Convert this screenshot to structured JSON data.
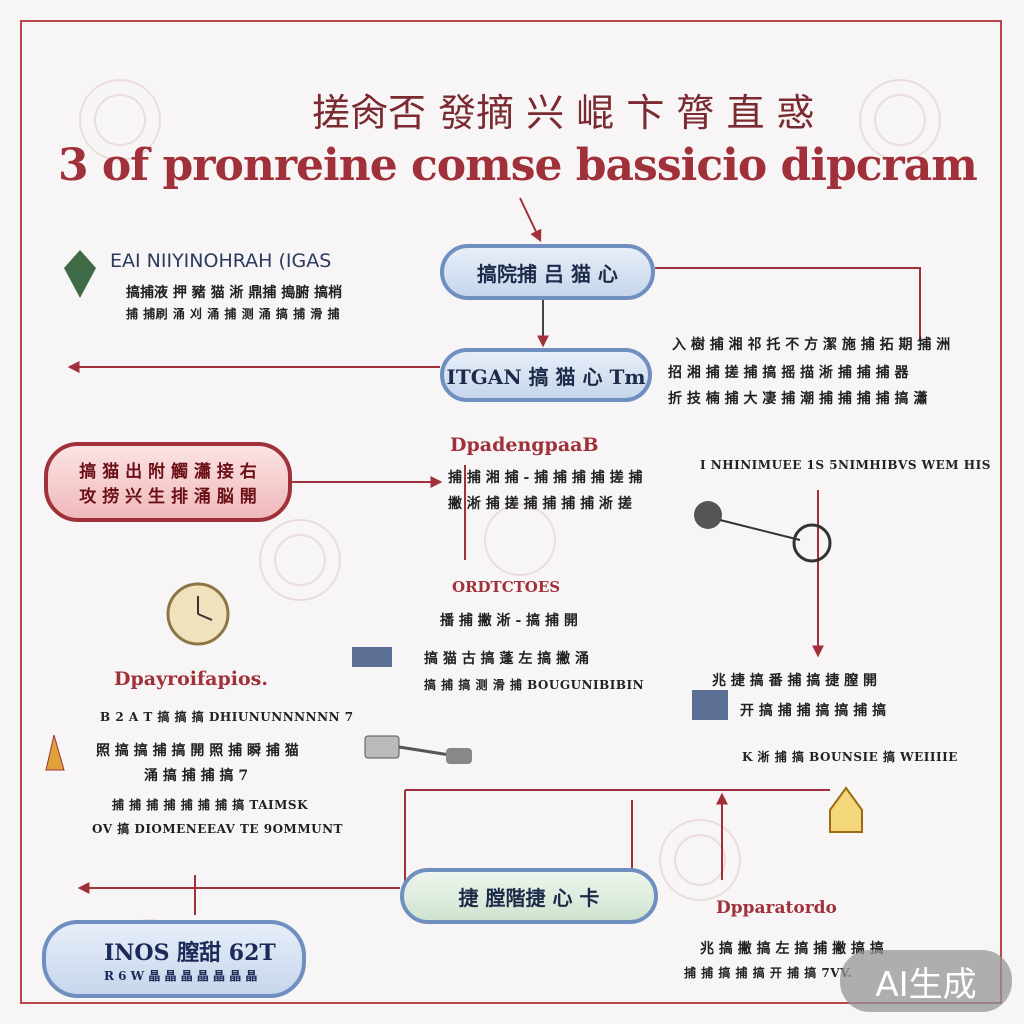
{
  "header": {
    "title_cjk": "搓肏否 發摘 兴 崐 卞 膂 直 惑",
    "title_latin": "3 of pronreine comse bassicio dipcram"
  },
  "left_top": {
    "heading": "EAI NIIYINOHRAH (IGAS",
    "line1": "搞捕液 押 豬 猫 淅 鼎捕 搗腑 搞梢",
    "line2": "捕 捕刷 涌 刈 涌 捕 测 涌 搞 捕 滑 捕"
  },
  "nodes": {
    "n1": "搞院捕 吕 猫 心",
    "n2": "ITGAN 搞 猫 心 Tm",
    "red_line1": "搞 猫 出 附 觸 瀟 接 右",
    "red_line2": "攻 捞 兴 生 排 涌 脳 開",
    "bottom_mid": "捷 膛階捷 心 卡",
    "bottom_left_line1": "INOS 膣甜 62T",
    "bottom_left_line2": "R 6 W 晶 晶 晶 晶 晶 晶 晶"
  },
  "right_mid": {
    "line1": "入 樹 捕 湘 祁 托 不 方 潔 施 捕 拓 期 捕 洲",
    "line2": "招 湘 捕 搓 捕 搞 摇 描 淅 捕 捕 捕 器",
    "line3": "折 技 楠 捕 大 凄 捕 潮 捕 捕 捕 捕 搞 瀟",
    "line4": "I NHINIMUEE 1S 5NIMHIBVS WEM HIS"
  },
  "center": {
    "heading1": "DpadengpaaB",
    "p1_line1": "捕 捕 湘 捕 -  捕 捕 捕 捕 搓 捕",
    "p1_line2": "撇 淅 捕 搓 捕 捕 捕 捕 淅 搓",
    "heading2": "ORDTCTOES",
    "p2_line1": "播 捕 撇 淅 - 搞 捕 開",
    "p2_line2": "搞 猫 古 搞 蓬 左 搞 撇 涌",
    "p2_line3": "搞 捕 搞 测 滑 捕 BOUGUNIBIBIN"
  },
  "left_bottom": {
    "heading": "Dpayroifapios.",
    "line1": "B 2 A T 搞 搞 搞 DHIUNUNNNNNN 7",
    "line2": "照 搞 搞 捕 搞 開 照 捕 瞬 捕 猫",
    "line3": "涌 搞 捕 捕 搞 7",
    "line4": "捕 捕 捕 捕 捕 捕 捕 搞 TAIMSK",
    "line5": "OV 搞 DIOMENEEAV TE 9OMMUNT"
  },
  "right_bottom": {
    "line1": "兆 捷 搞 番 捕 搞 捷 膣 開",
    "line2": "开 搞 捕 捕 搞 搞 捕 搞",
    "line3": "K 淅 捕 搞 BOUNSIE 搞 WEIIIIE"
  },
  "bottom_right": {
    "heading": "Dpparatordo",
    "line1": "兆 搞 撇 搞 左 搞 捕 撇 搞 搞",
    "line2": "捕 捕 搞 捕 搞 开 捕 搞 7VV."
  },
  "badge": "AI生成",
  "colors": {
    "accent_red": "#a0313a",
    "accent_blue": "#6f8fc0"
  }
}
